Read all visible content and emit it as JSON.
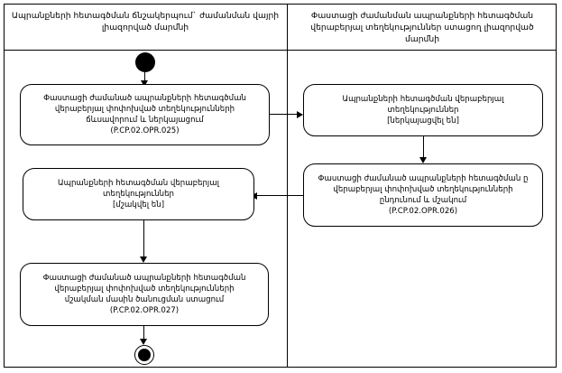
{
  "lanes": [
    {
      "id": "left",
      "title": "Ապրանքների հետագծման ճնշակերպում` ժամանման վայրի\nլիազորված մարմնի"
    },
    {
      "id": "right",
      "title": "Փաստացի ժամանման ապրանքների հետագծման\nվերաբերյալ տեղեկություններ ստացող լիազորված մարմնի"
    }
  ],
  "nodes": [
    {
      "id": "start",
      "type": "initial-node",
      "label": ""
    },
    {
      "id": "activity-025",
      "type": "activity",
      "label": "Փաստացի ժամանած ապրանքների հետագծման\nվերաբերյալ փոփոխված տեղեկությունների\nճևսավորում և ներկայացում\n(P.CP.02.OPR.025)"
    },
    {
      "id": "activity-receive",
      "type": "activity",
      "label": "Ապրանքների հետագծման վերաբերյալ\nտեղեկություններ\n[ներկայացվել են]"
    },
    {
      "id": "activity-026",
      "type": "activity",
      "label": "Փաստացի ժամանած ապրանքների հետագծման ը\nվերաբերյալ փոփոխված տեղեկությունների\nընդունում և մշակում\n(P.CP.02.OPR.026)"
    },
    {
      "id": "activity-processed",
      "type": "activity",
      "label": "Ապրանքների հետագծման վերաբերյալ\nտեղեկություններ\n[մշակվել են]"
    },
    {
      "id": "activity-027",
      "type": "activity",
      "label": "Փաստացի ժամանած ապրանքների հետագծման\nվերաբերյալ փոփոխված տեղեկությունների\nմշակման մասին ծանուցման ստացում\n(P.CP.02.OPR.027)"
    },
    {
      "id": "end",
      "type": "final-node",
      "label": ""
    }
  ],
  "edges": [
    {
      "id": "edge-start-to-025",
      "from": "start",
      "to": "activity-025",
      "direction": "down"
    },
    {
      "id": "edge-025-to-receive",
      "from": "activity-025",
      "to": "activity-receive",
      "direction": "right"
    },
    {
      "id": "edge-receive-to-026",
      "from": "activity-receive",
      "to": "activity-026",
      "direction": "down"
    },
    {
      "id": "edge-026-to-processed",
      "from": "activity-026",
      "to": "activity-processed",
      "direction": "left"
    },
    {
      "id": "edge-processed-to-027",
      "from": "activity-processed",
      "to": "activity-027",
      "direction": "down"
    },
    {
      "id": "edge-027-to-end",
      "from": "activity-027",
      "to": "end",
      "direction": "down"
    }
  ],
  "colors": {
    "line": "#000000",
    "background": "#ffffff",
    "text": "#000000"
  }
}
